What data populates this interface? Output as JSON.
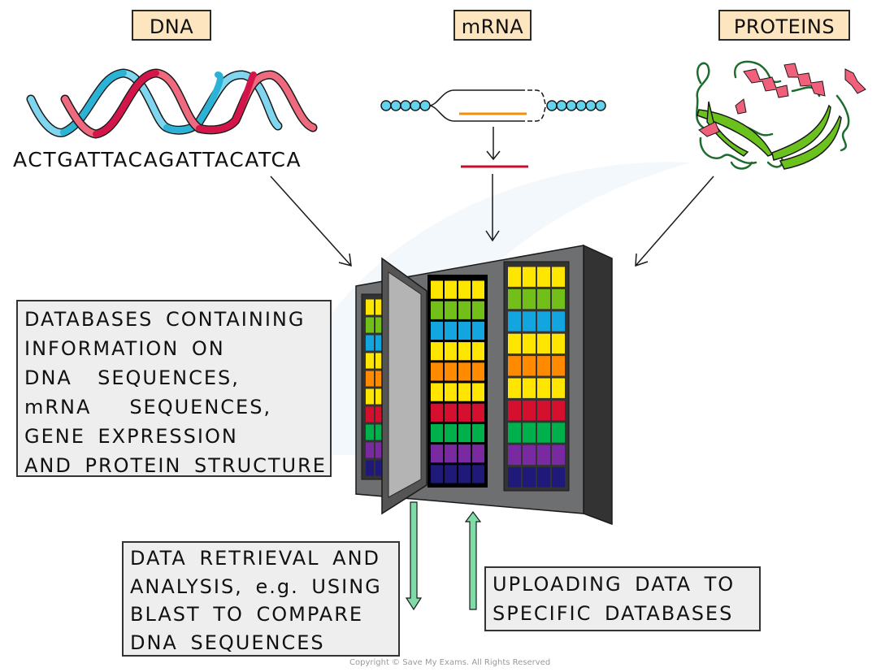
{
  "labels": {
    "dna": "DNA",
    "mrna": "mRNA",
    "proteins": "PROTEINS"
  },
  "dna_sequence": "ACTGATTACAGATTACATCA",
  "notes": {
    "databases": "DATABASES CONTAINING\nINFORMATION ON\nDNA  SEQUENCES,\nmRNA   SEQUENCES,\nGENE EXPRESSION\nAND PROTEIN STRUCTURE",
    "retrieval": "DATA RETRIEVAL AND\nANALYSIS, e.g. USING\nBLAST TO COMPARE\nDNA SEQUENCES",
    "uploading": "UPLOADING DATA TO\nSPECIFIC DATABASES"
  },
  "copyright": "Copyright © Save My Exams. All Rights Reserved",
  "colors": {
    "label_fill": "#fde6bf",
    "note_fill": "#eeeeee",
    "dna_blue": "#2bb3d6",
    "dna_light_blue": "#7fd6ee",
    "dna_red": "#d4154a",
    "dna_pink": "#ef6a7e",
    "mrna_bead": "#63d3ee",
    "mrna_orange": "#f39200",
    "mrna_red": "#c8102e",
    "protein_green": "#6cc21c",
    "protein_loop": "#1e6b2e",
    "helix_pink": "#f0607a",
    "arrow_green": "#7fdca6",
    "server_gray": "#6d6f71",
    "server_dark": "#3a3a3a"
  },
  "server_rack_rows": [
    "#ffe600",
    "#72bf1a",
    "#12a5e0",
    "#ffe600",
    "#ff8a00",
    "#ffe600",
    "#d4102e",
    "#00b04a",
    "#7a2aa0",
    "#1f1a7a"
  ]
}
